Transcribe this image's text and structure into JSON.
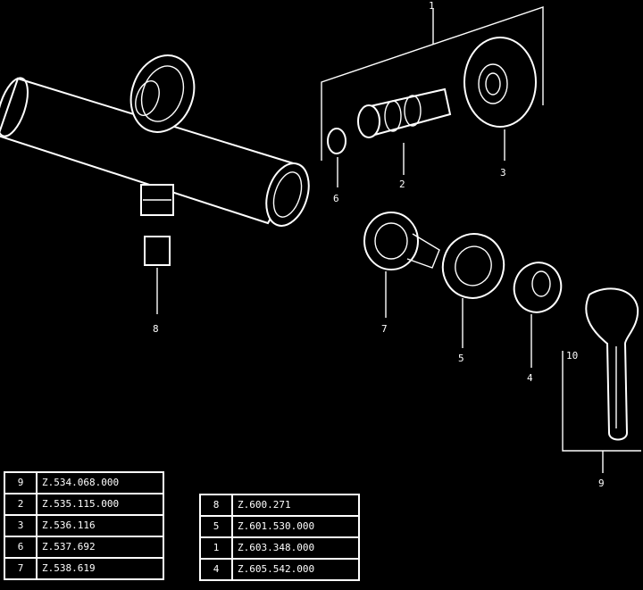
{
  "callouts": {
    "c1": "1",
    "c2": "2",
    "c3": "3",
    "c4": "4",
    "c5": "5",
    "c6": "6",
    "c7": "7",
    "c8": "8",
    "c9": "9",
    "c10": "10"
  },
  "parts_left": [
    {
      "key": "9",
      "value": "Z.534.068.000"
    },
    {
      "key": "2",
      "value": "Z.535.115.000"
    },
    {
      "key": "3",
      "value": "Z.536.116"
    },
    {
      "key": "6",
      "value": "Z.537.692"
    },
    {
      "key": "7",
      "value": "Z.538.619"
    }
  ],
  "parts_right": [
    {
      "key": "8",
      "value": "Z.600.271"
    },
    {
      "key": "5",
      "value": "Z.601.530.000"
    },
    {
      "key": "1",
      "value": "Z.603.348.000"
    },
    {
      "key": "4",
      "value": "Z.605.542.000"
    }
  ]
}
